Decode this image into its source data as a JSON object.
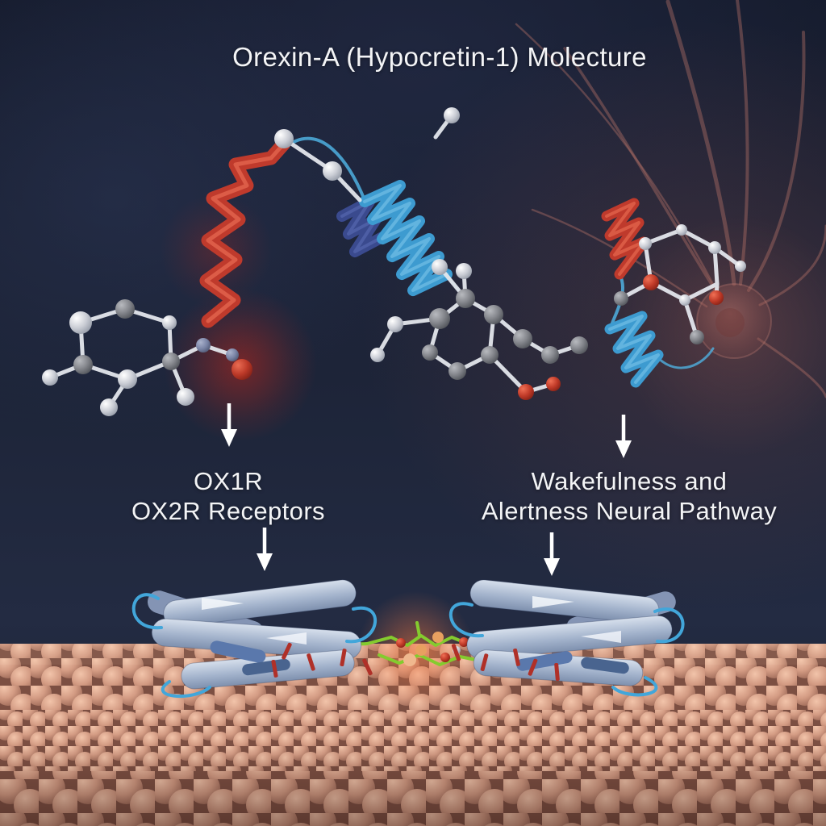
{
  "title": "Orexin-A (Hypocretin-1) Molecture",
  "annotations": {
    "receptors": {
      "line1": "OX1R",
      "line2": "OX2R Receptors"
    },
    "pathway": {
      "line1": "Wakefulness and",
      "line2": "Alertness Neural Pathway"
    }
  },
  "icons": {
    "arrows": [
      "down-arrow-molecule-to-receptors-label",
      "down-arrow-receptors-label-to-receptor",
      "down-arrow-ribbon-to-pathway-label",
      "down-arrow-pathway-label-to-receptor"
    ]
  },
  "colors": {
    "background": "#1d2438",
    "text": "#f3f4f6",
    "arrow": "#ffffff",
    "helix_red": "#bf3a2c",
    "helix_blue": "#3d9bd0",
    "helix_indigo": "#3a4a8e",
    "atom_white": "#e8eaef",
    "atom_gray": "#85878d",
    "atom_red": "#c03a28",
    "membrane_lipid": "#d39b83",
    "receptor_barrel": "#a9b8d0",
    "ligand_green": "#84cb2e",
    "neuron": "#9a5f58",
    "glow_red": "#cd2819"
  }
}
